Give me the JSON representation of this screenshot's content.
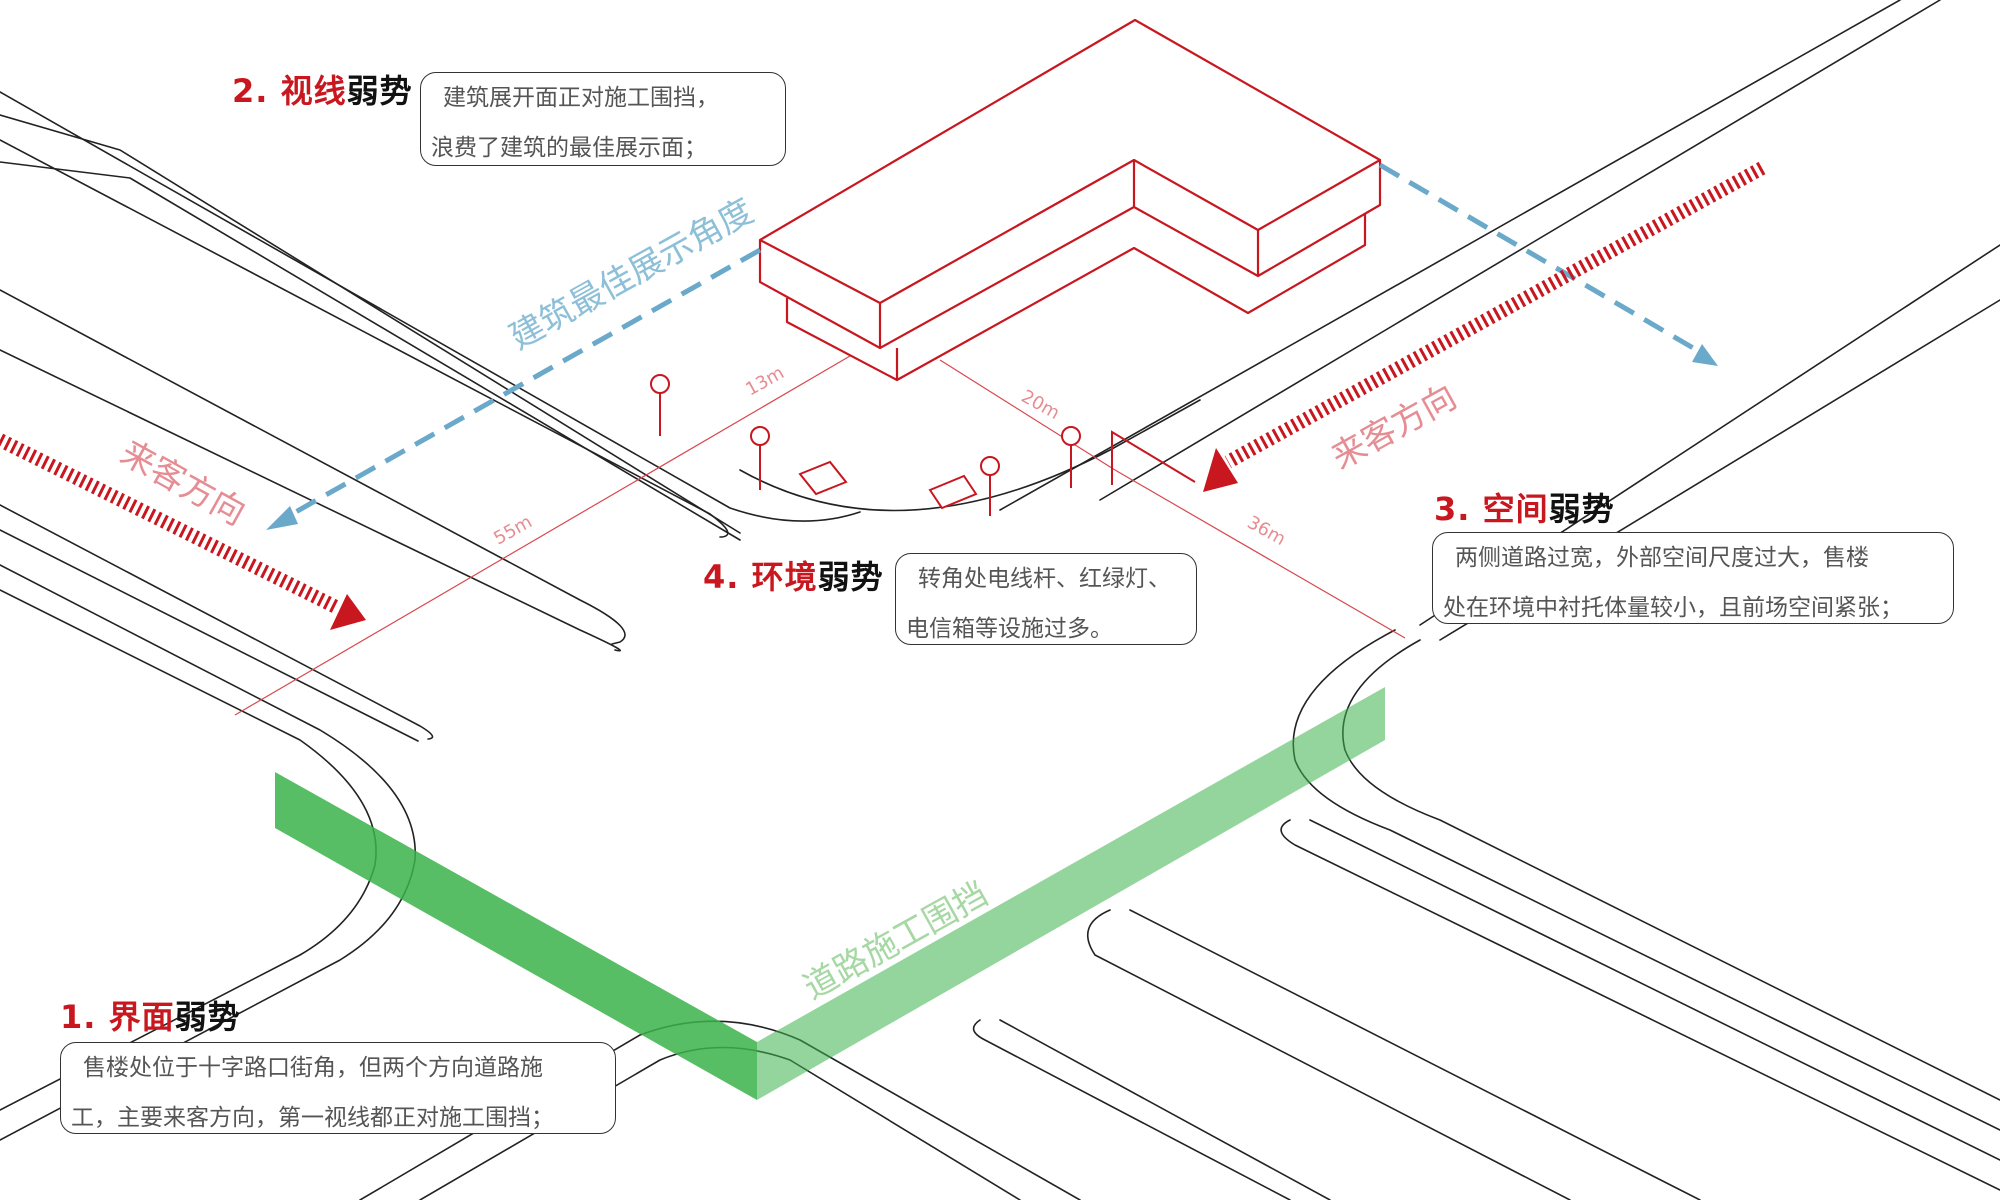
{
  "colors": {
    "road_line": "#222222",
    "building": "#c8171f",
    "view_arrow": "#6aa9c9",
    "guest_arrow": "#c8171f",
    "hoarding": "#3bb34a",
    "dimension": "#d8484e",
    "text_gray": "#555555"
  },
  "labels": {
    "view_angle": "建筑最佳展示角度",
    "guest_left": "来客方向",
    "guest_right": "来客方向",
    "hoarding": "道路施工围挡",
    "dim_13": "13m",
    "dim_20": "20m",
    "dim_55": "55m",
    "dim_36": "36m"
  },
  "weak_points": [
    {
      "number": "1.",
      "key": "界面",
      "suffix": "弱势",
      "lines": [
        "售楼处位于十字路口街角，但两个方向道路施",
        "工，主要来客方向，第一视线都正对施工围挡；"
      ]
    },
    {
      "number": "2.",
      "key": "视线",
      "suffix": "弱势",
      "lines": [
        "建筑展开面正对施工围挡，",
        "浪费了建筑的最佳展示面；"
      ]
    },
    {
      "number": "3.",
      "key": "空间",
      "suffix": "弱势",
      "lines": [
        "两侧道路过宽，外部空间尺度过大，售楼",
        "处在环境中衬托体量较小，且前场空间紧张；"
      ]
    },
    {
      "number": "4.",
      "key": "环境",
      "suffix": "弱势",
      "lines": [
        "转角处电线杆、红绿灯、",
        "电信箱等设施过多。"
      ]
    }
  ]
}
